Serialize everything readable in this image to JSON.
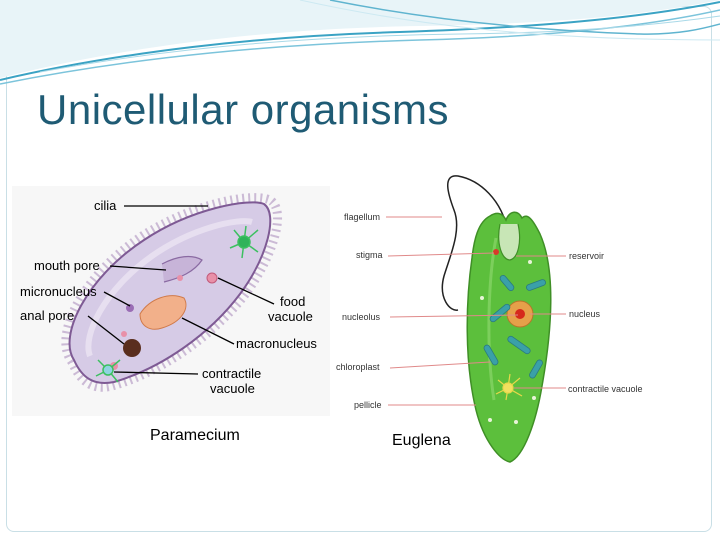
{
  "slide": {
    "title": "Unicellular organisms",
    "colors": {
      "title": "#1f5b74",
      "wave": "#3ba3c4",
      "frame": "#c9dfe6"
    }
  },
  "paramecium": {
    "caption": "Paramecium",
    "labels": {
      "cilia": "cilia",
      "mouth_pore": "mouth pore",
      "micronucleus": "micronucleus",
      "anal_pore": "anal pore",
      "food_vacuole_1": "food",
      "food_vacuole_2": "vacuole",
      "macronucleus": "macronucleus",
      "contractile_vacuole_1": "contractile",
      "contractile_vacuole_2": "vacuole"
    }
  },
  "euglena": {
    "caption": "Euglena",
    "labels": {
      "flagellum": "flagellum",
      "stigma": "stigma",
      "nucleolus": "nucleolus",
      "chloroplast": "chloroplast",
      "pellicle": "pellicle",
      "reservoir": "reservoir",
      "nucleus": "nucleus",
      "contractile_vacuole": "contractile vacuole"
    }
  }
}
